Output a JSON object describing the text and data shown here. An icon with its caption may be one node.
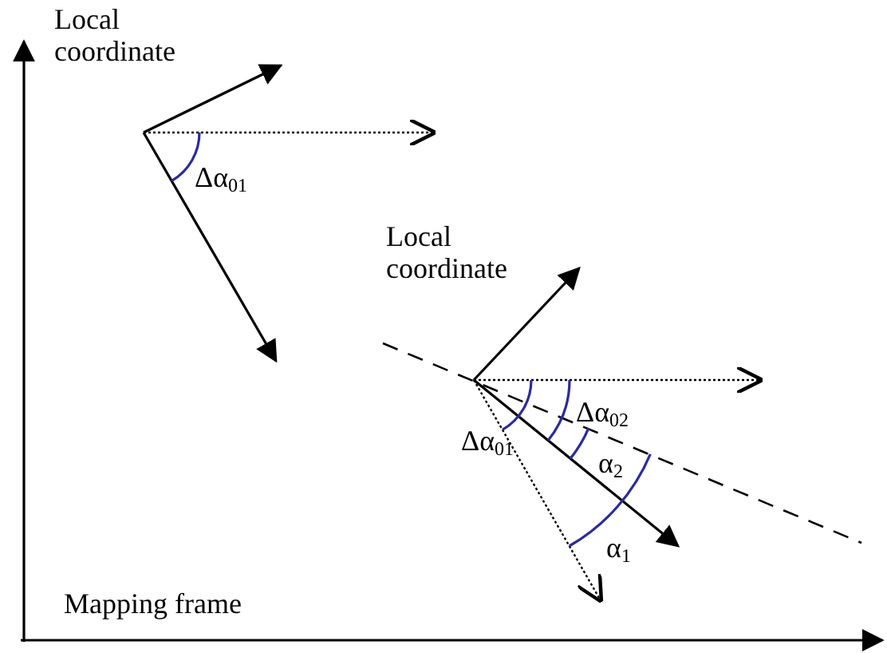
{
  "diagram": {
    "labels": [
      "Local coordinate",
      "Δα$_{01}$",
      "Local coordinate",
      "Δα$_{02}$",
      "Δα$_{01}$",
      "α$_{2}$",
      "α$_{1}$",
      "Mapping frame"
    ]
  }
}
